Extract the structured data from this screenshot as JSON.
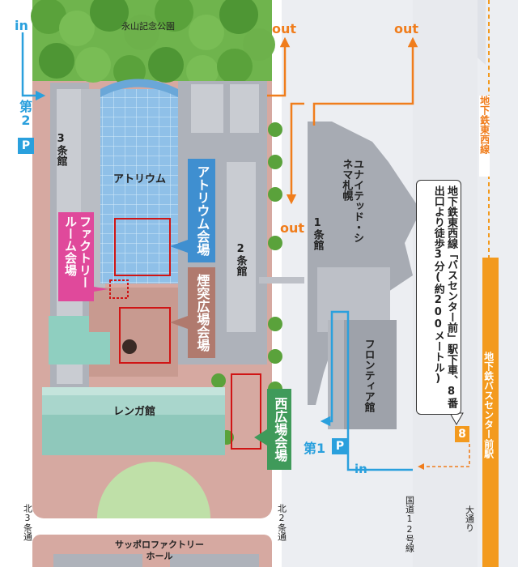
{
  "park_label": "永山記念公園",
  "entrances": {
    "in_left": "in",
    "in_bottom": "in",
    "out_top1": "out",
    "out_top2": "out",
    "out_mid": "out"
  },
  "parking": {
    "second": "第\n2",
    "first": "第1",
    "p_symbol": "P"
  },
  "buildings": {
    "jo3": "3条館",
    "atrium": "アトリウム",
    "jo2": "2条館",
    "jo1": "1条館",
    "cinema": "ユナイテッド・シネマ札幌",
    "frontier": "フロンティア館",
    "renga": "レンガ館",
    "hall": "サッポロファクトリーホール"
  },
  "venues": {
    "atrium_venue": "アトリウム会場",
    "factory_room": "ファクトリールーム会場",
    "chimney": "煙突広場会場",
    "west_plaza": "西広場会場"
  },
  "streets": {
    "kita3": "北3条通",
    "kita2": "北2条通",
    "route12": "国道12号線",
    "odori": "大通り"
  },
  "subway": {
    "tozai_line": "地下鉄東西線",
    "station": "地下鉄バスセンター前駅",
    "exit_number": "8",
    "directions": "地下鉄東西線「バスセンター前」駅下車、8番出口より徒歩3分(約200メートル)"
  },
  "colors": {
    "blue_route": "#2aa0dd",
    "orange_route": "#f07d1c",
    "atrium_blue": "#3f8fd0",
    "factory_pink": "#e0499b",
    "chimney_brown": "#b07a6e",
    "west_green": "#3f9a5a",
    "venue_outline_red": "#d01515",
    "station_orange": "#f39a1e",
    "site_ground": "#d6a9a1"
  }
}
